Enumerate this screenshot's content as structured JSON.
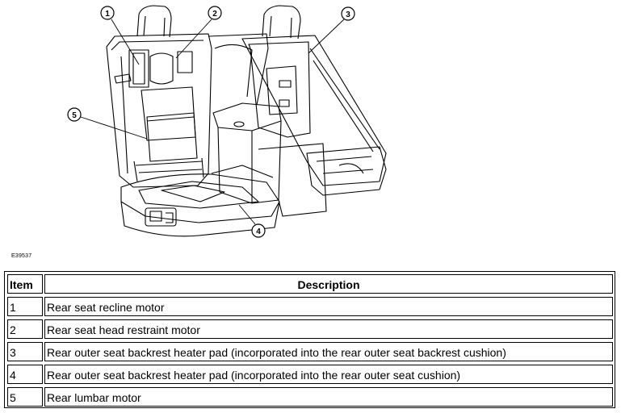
{
  "figure": {
    "reference": "E39537",
    "callouts": [
      "1",
      "2",
      "3",
      "4",
      "5"
    ]
  },
  "table": {
    "headers": {
      "item": "Item",
      "description": "Description"
    },
    "rows": [
      {
        "item": "1",
        "description": "Rear seat recline motor"
      },
      {
        "item": "2",
        "description": "Rear seat head restraint motor"
      },
      {
        "item": "3",
        "description": "Rear outer seat backrest heater pad (incorporated into the rear outer seat backrest cushion)"
      },
      {
        "item": "4",
        "description": "Rear outer seat backrest heater pad (incorporated into the rear outer seat cushion)"
      },
      {
        "item": "5",
        "description": "Rear lumbar motor"
      }
    ]
  }
}
